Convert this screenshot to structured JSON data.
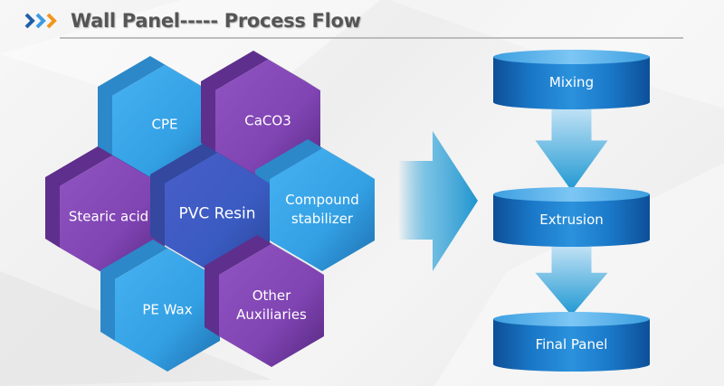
{
  "header": {
    "title": "Wall Panel----- Process Flow",
    "icon": "triple-chevron-right-icon",
    "chevron_colors": [
      "#1f5fa8",
      "#3e9be0",
      "#f0961e"
    ]
  },
  "colors": {
    "blue_hex": "#39a2e6",
    "blue_hex_dark": "#1f7fbf",
    "purple_hex": "#8447b5",
    "purple_hex_dark": "#5b2d8a",
    "center_hex": "#3d5fc4",
    "cylinder_body": "#1a78c8",
    "cylinder_top": "#5ab4ee",
    "arrow": "#2b9bd3"
  },
  "ingredients": [
    {
      "id": "cpe",
      "label": "CPE",
      "color": "blue"
    },
    {
      "id": "caco3",
      "label": "CaCO3",
      "color": "purple"
    },
    {
      "id": "stearic",
      "label": "Stearic acid",
      "color": "purple"
    },
    {
      "id": "pvc",
      "label": "PVC Resin",
      "color": "center"
    },
    {
      "id": "compound",
      "label": "Compound stabilizer",
      "lines": [
        "Compound",
        "stabilizer"
      ],
      "color": "blue"
    },
    {
      "id": "pewax",
      "label": "PE Wax",
      "color": "blue"
    },
    {
      "id": "other",
      "label": "Other Auxiliaries",
      "lines": [
        "Other",
        "Auxiliaries"
      ],
      "color": "purple"
    }
  ],
  "process_steps": [
    {
      "label": "Mixing"
    },
    {
      "label": "Extrusion"
    },
    {
      "label": "Final Panel"
    }
  ]
}
